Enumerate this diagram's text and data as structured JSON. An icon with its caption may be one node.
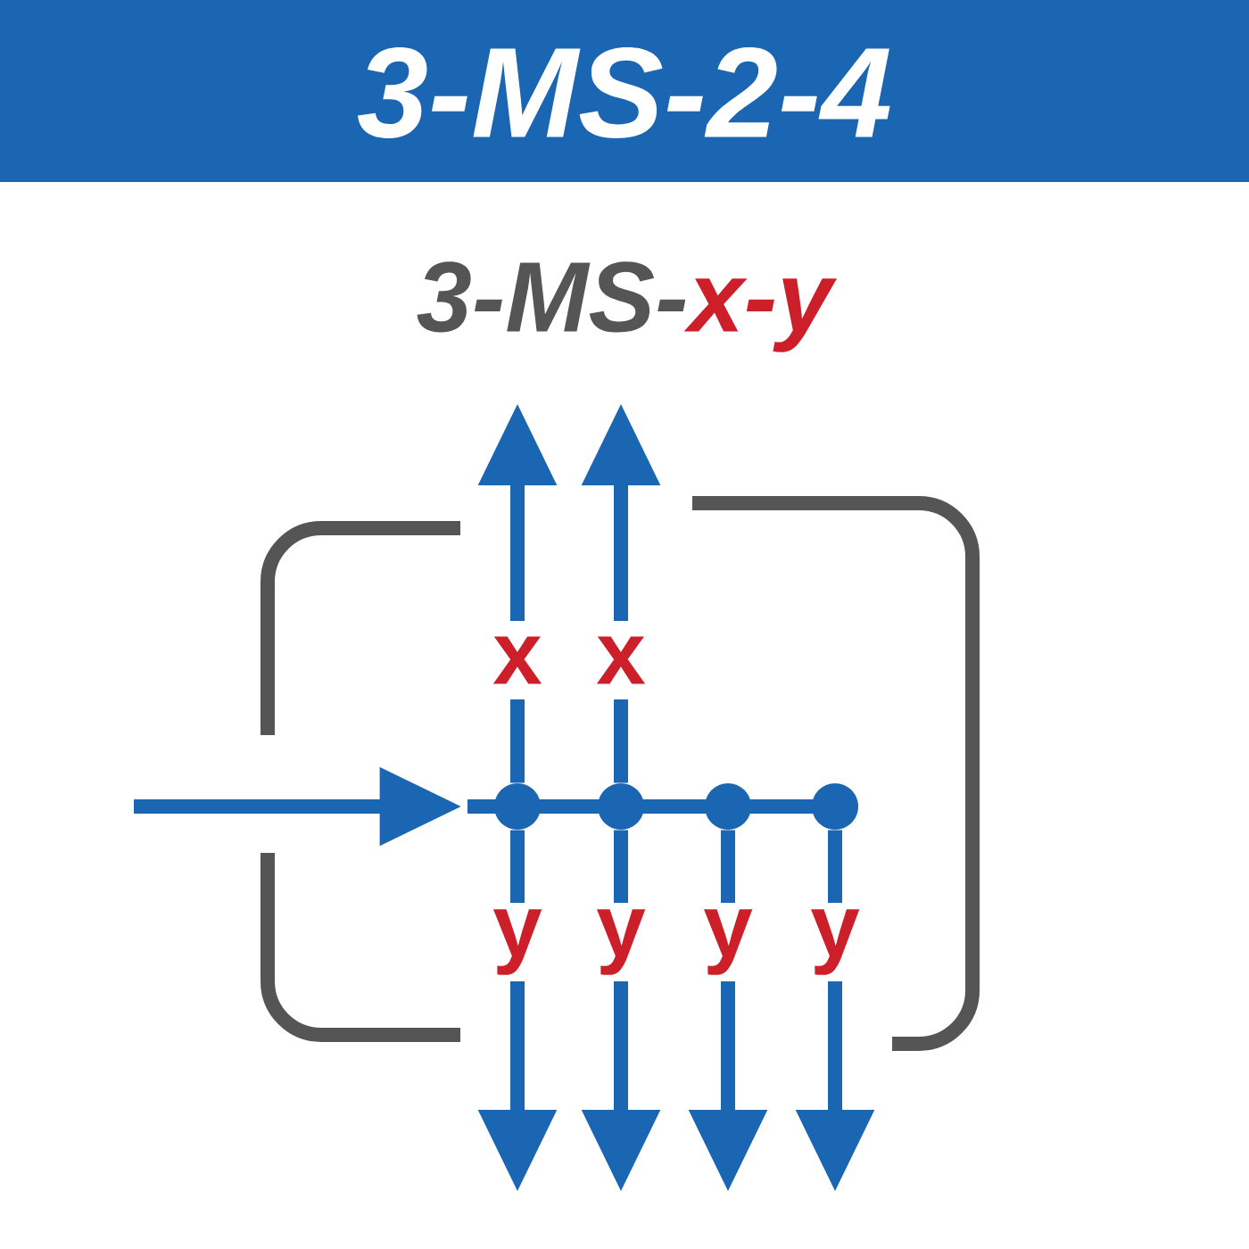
{
  "diagram": {
    "title": "3-MS-2-4",
    "nodes": [
      {
        "text": [],
        "shape": "circle"
      },
      {
        "text": [],
        "shape": "circle"
      },
      {
        "text": [],
        "shape": "circle"
      },
      {
        "text": [],
        "shape": "circle"
      }
    ],
    "edges": [
      {
        "from": null,
        "to": 0,
        "arrow": "to"
      },
      {
        "from": 0,
        "to": 1,
        "arrow": "none"
      },
      {
        "from": 1,
        "to": 2,
        "arrow": "none"
      },
      {
        "from": 2,
        "to": 3,
        "arrow": "none"
      },
      {
        "from": 0,
        "to": null,
        "arrow": "to",
        "label": "x"
      },
      {
        "from": 1,
        "to": null,
        "arrow": "to",
        "label": "x"
      },
      {
        "from": 0,
        "to": null,
        "arrow": "to",
        "label": "y"
      },
      {
        "from": 1,
        "to": null,
        "arrow": "to",
        "label": "y"
      },
      {
        "from": 2,
        "to": null,
        "arrow": "to",
        "label": "y"
      },
      {
        "from": 3,
        "to": null,
        "arrow": "to",
        "label": "y"
      }
    ],
    "labels": [
      "3-MS-",
      "x-y"
    ]
  }
}
